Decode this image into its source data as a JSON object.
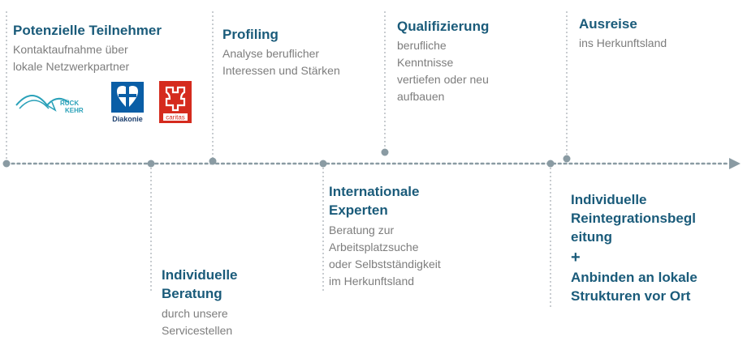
{
  "steps": [
    {
      "title": "Potenzielle Teilnehmer",
      "desc": "Kontaktaufnahme über\nlokale Netzwerkpartner"
    },
    {
      "title": "Individuelle\nBeratung",
      "desc": "durch unsere\nServicestellen"
    },
    {
      "title": "Profiling",
      "desc": "Analyse beruflicher\nInteressen und Stärken"
    },
    {
      "title": "Internationale\nExperten",
      "desc": "Beratung zur\nArbeitsplatzsuche\noder Selbstständigkeit\nim Herkunftsland"
    },
    {
      "title": "Qualifizierung",
      "desc": "berufliche\nKenntnisse\nvertiefen oder neu\naufbauen"
    },
    {
      "title": "Ausreise",
      "desc": "ins Herkunftsland"
    },
    {
      "title": "Individuelle\nReintegrationsbegl\neitung",
      "plus": "+",
      "title2": "Anbinden an lokale\nStrukturen vor Ort"
    }
  ],
  "logos": {
    "rueckkehr": {
      "line1": "RÜCK",
      "line2": "KEHR"
    },
    "diakonie": {
      "label": "Diakonie"
    },
    "caritas": {
      "label": "caritas"
    }
  },
  "colors": {
    "title": "#1a5b7a",
    "text": "#7d7d7d",
    "line": "#8a9ba3",
    "caritas": "#d52b1e",
    "diakonie": "#0a5ea6",
    "rueckkehr": "#2aa1b9"
  }
}
